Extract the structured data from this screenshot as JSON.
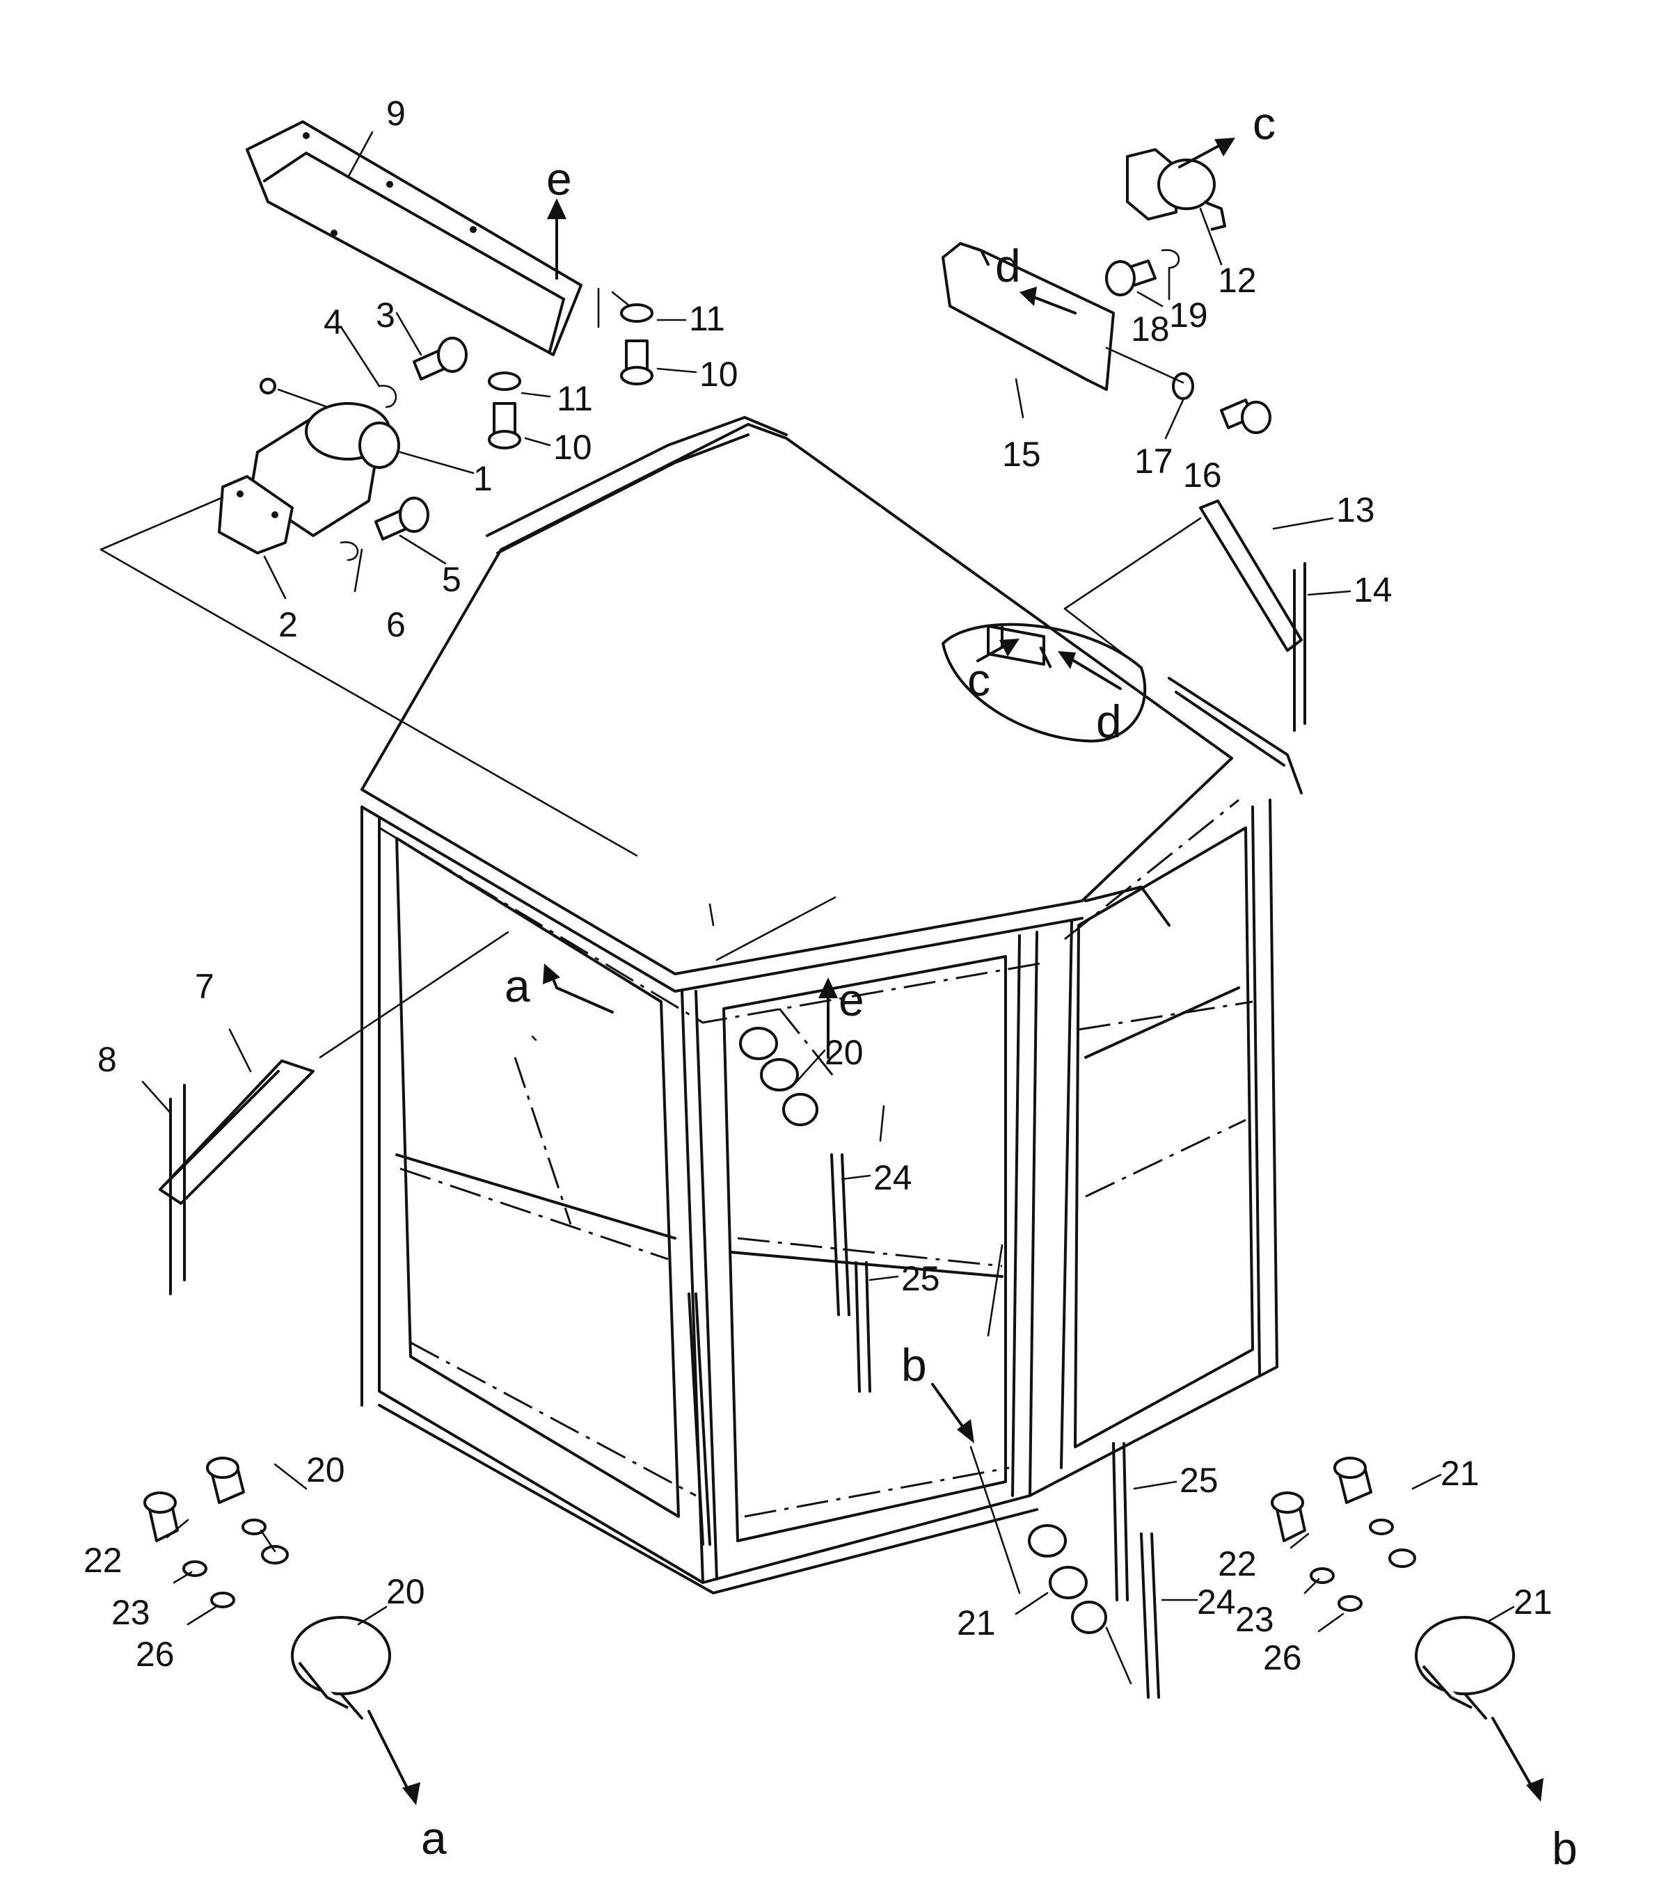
{
  "callouts": {
    "n1": "1",
    "n2": "2",
    "n3": "3",
    "n4": "4",
    "n5": "5",
    "n6": "6",
    "n7": "7",
    "n8": "8",
    "n9": "9",
    "n10a": "10",
    "n10b": "10",
    "n11a": "11",
    "n11b": "11",
    "n12": "12",
    "n13": "13",
    "n14": "14",
    "n15": "15",
    "n16": "16",
    "n17": "17",
    "n18": "18",
    "n19": "19",
    "n20a": "20",
    "n20b": "20",
    "n20c": "20",
    "n21a": "21",
    "n21b": "21",
    "n21c": "21",
    "n22a": "22",
    "n22b": "22",
    "n23a": "23",
    "n23b": "23",
    "n24a": "24",
    "n24b": "24",
    "n25a": "25",
    "n25b": "25",
    "n26a": "26",
    "n26b": "26"
  },
  "refs": {
    "a_top": "a",
    "a_bottom": "a",
    "b_mid": "b",
    "b_bottom": "b",
    "c_top": "c",
    "c_mid": "c",
    "d_top": "d",
    "d_mid": "d",
    "e_top": "e",
    "e_mid": "e"
  }
}
